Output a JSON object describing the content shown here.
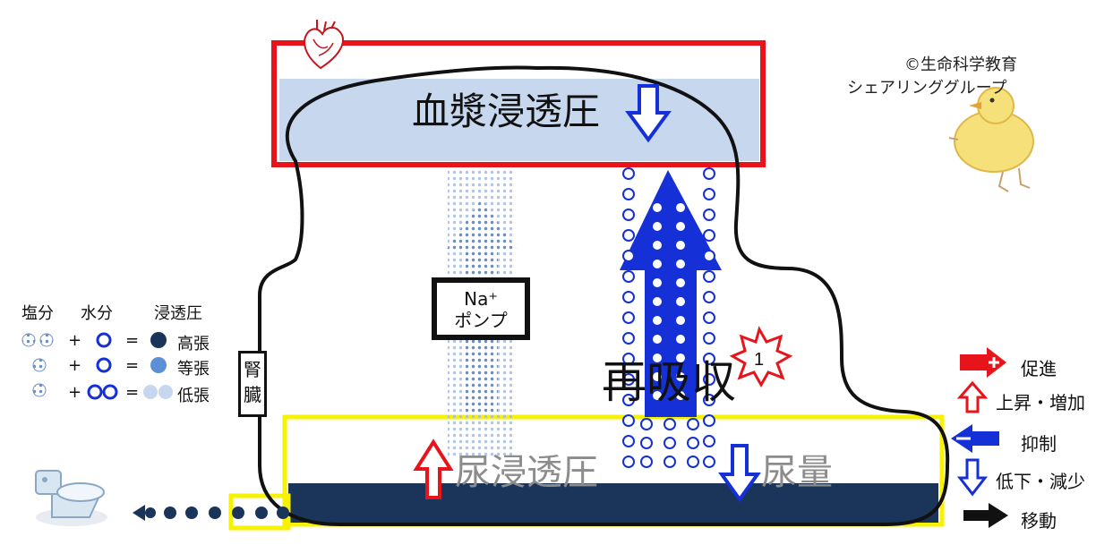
{
  "labels": {
    "plasma_osmolality": "血漿浸透圧",
    "urine_osmolality": "尿浸透圧",
    "urine_volume": "尿量",
    "reabsorption": "再吸収",
    "pump_line1": "Na⁺",
    "pump_line2": "ポンプ",
    "kidney_line1": "腎",
    "kidney_line2": "臓",
    "badge_number": "1",
    "copyright_line1": "©生命科学教育",
    "copyright_line2": "シェアリンググループ"
  },
  "legend_left": {
    "headers": [
      "塩分",
      "水分",
      "浸透圧"
    ],
    "rows": [
      {
        "plus": "+",
        "equals": "=",
        "result": "高張"
      },
      {
        "plus": "+",
        "equals": "=",
        "result": "等張"
      },
      {
        "plus": "+",
        "equals": "=",
        "result": "低張"
      }
    ]
  },
  "legend_right": [
    {
      "icon": "red-plus-arrow-icon",
      "label": "促進"
    },
    {
      "icon": "red-up-arrow-icon",
      "label": "上昇・増加"
    },
    {
      "icon": "blue-minus-arrow-icon",
      "label": "抑制"
    },
    {
      "icon": "blue-down-arrow-icon",
      "label": "低下・減少"
    },
    {
      "icon": "black-arrow-icon",
      "label": "移動"
    }
  ],
  "colors": {
    "plasma_fill": "#c7d7ee",
    "plasma_border": "#e8141b",
    "urine_border": "#f6f200",
    "urine_fill": "#1a3559",
    "water_blue": "#1530d6",
    "salt_dots": "#6d8fc2",
    "red": "#e8141b",
    "navy": "#1a3559"
  }
}
